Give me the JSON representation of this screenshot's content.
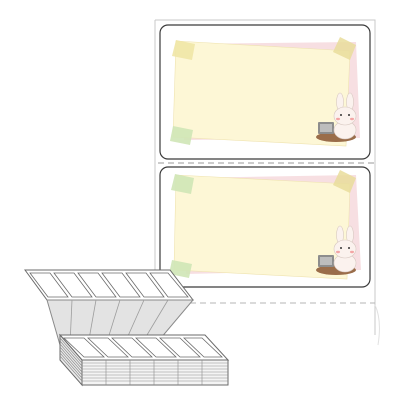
{
  "colors": {
    "background": "#ffffff",
    "sheet_border": "#c8c8c8",
    "label_border": "#3a3a3a",
    "note_fill": "#fdf7d6",
    "pink_paper": "#f6d9dd",
    "tape_green": "#cfe6b6",
    "tape_yellow": "#efe6a6",
    "rabbit": "#fbf2ee",
    "rabbit_cheek": "#f3a5a5",
    "laptop": "#8d8d8d",
    "table": "#9a6d4a",
    "stack_line": "#6b6b6b",
    "stack_fill": "#f4f4f4"
  },
  "labels": [
    {
      "id": "top"
    },
    {
      "id": "bottom"
    }
  ],
  "icons": [
    "rabbit-laptop-illustration",
    "label-stack-illustration"
  ]
}
